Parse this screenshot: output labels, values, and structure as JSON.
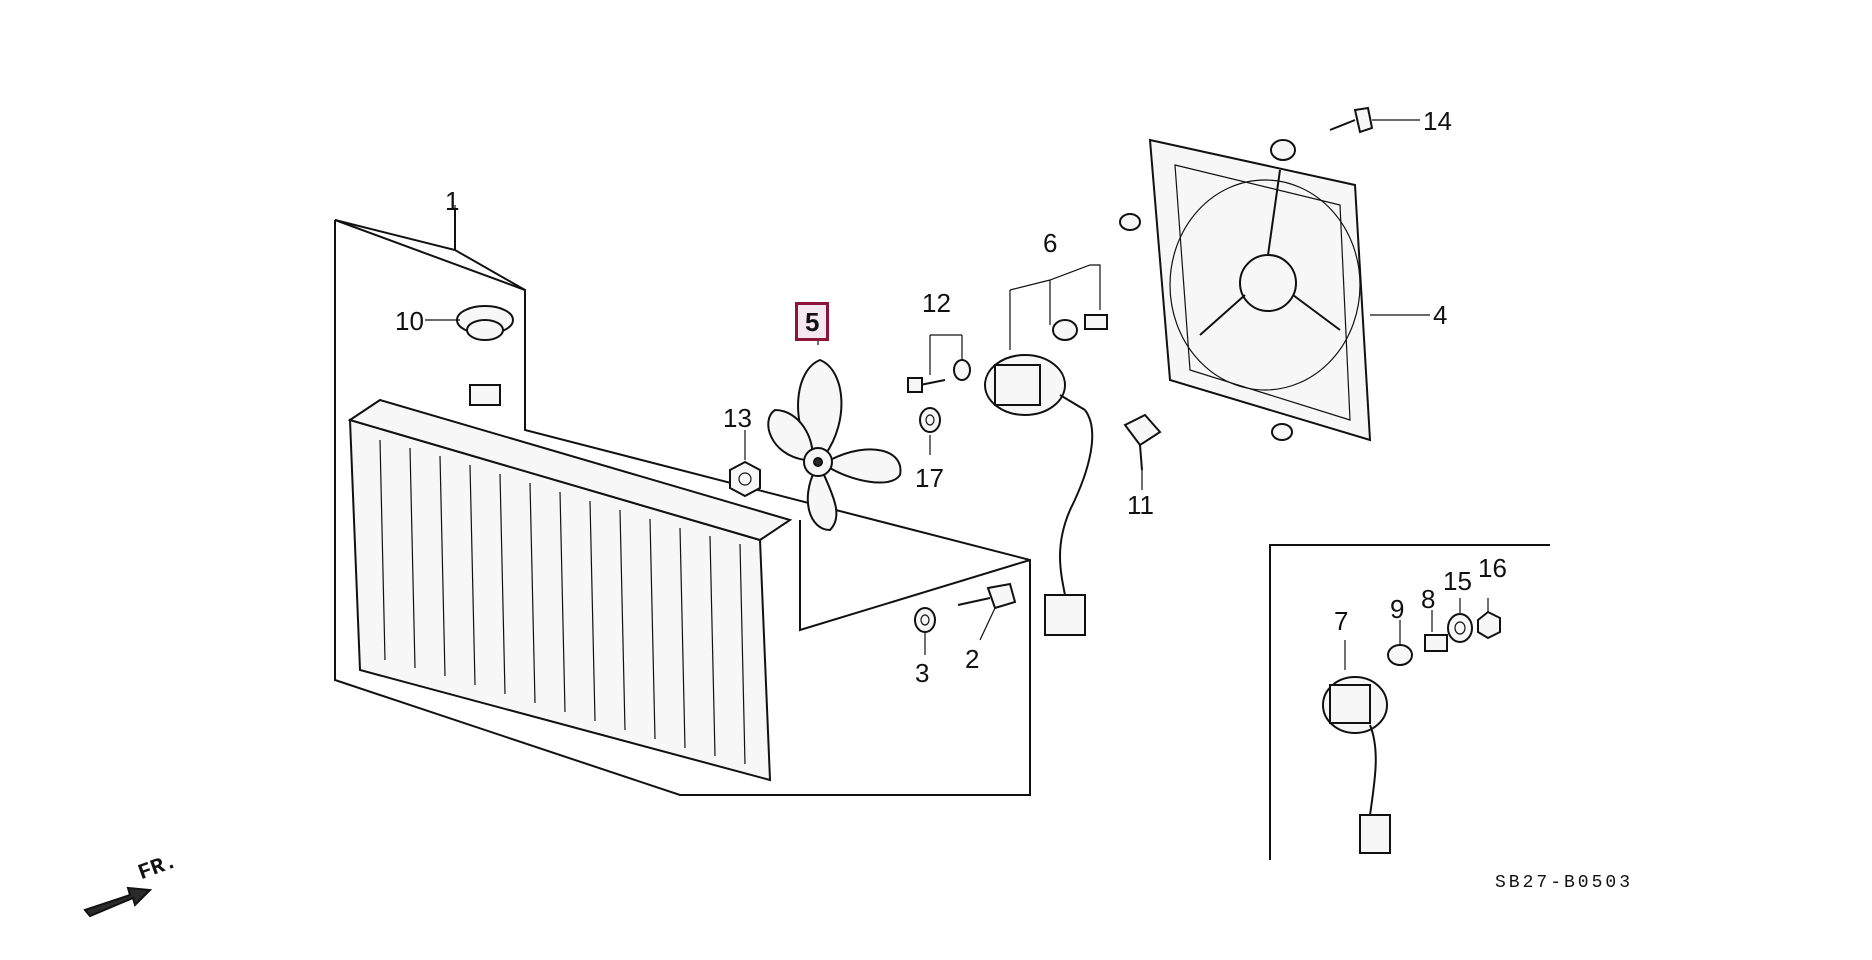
{
  "diagram": {
    "highlight_color": "#8a1538",
    "direction_label": "FR.",
    "drawing_code": "SB27-B0503",
    "callouts": [
      {
        "id": "1",
        "label": "1"
      },
      {
        "id": "2",
        "label": "2"
      },
      {
        "id": "3",
        "label": "3"
      },
      {
        "id": "4",
        "label": "4"
      },
      {
        "id": "5",
        "label": "5",
        "highlighted": true
      },
      {
        "id": "6",
        "label": "6"
      },
      {
        "id": "7",
        "label": "7"
      },
      {
        "id": "8",
        "label": "8"
      },
      {
        "id": "9",
        "label": "9"
      },
      {
        "id": "10",
        "label": "10"
      },
      {
        "id": "11",
        "label": "11"
      },
      {
        "id": "12",
        "label": "12"
      },
      {
        "id": "13",
        "label": "13"
      },
      {
        "id": "14",
        "label": "14"
      },
      {
        "id": "15",
        "label": "15"
      },
      {
        "id": "16",
        "label": "16"
      },
      {
        "id": "17",
        "label": "17"
      }
    ]
  }
}
